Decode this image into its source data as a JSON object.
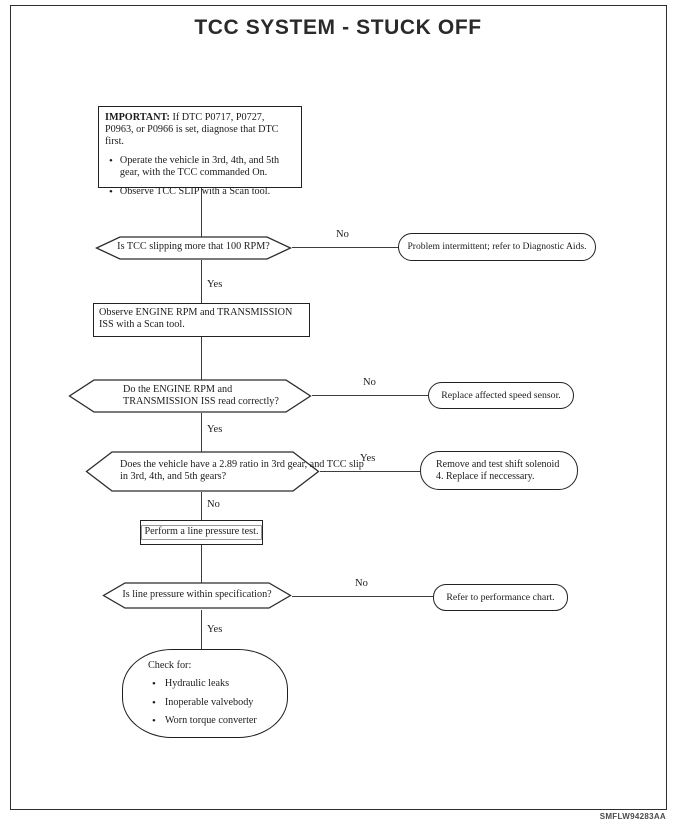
{
  "page": {
    "title": "TCC SYSTEM - STUCK OFF",
    "figure_code": "SMFLW94283AA"
  },
  "labels": {
    "yes": "Yes",
    "no": "No"
  },
  "important": {
    "label": "IMPORTANT:",
    "text": "If DTC P0717, P0727, P0963, or P0966 is set, diagnose that DTC first.",
    "bullets": [
      "Operate the vehicle in 3rd, 4th, and 5th gear, with the TCC commanded On.",
      "Observe TCC SLIP with a Scan tool."
    ]
  },
  "nodes": {
    "q1": "Is TCC slipping more that 100 RPM?",
    "r1": "Problem intermittent; refer to Diagnostic Aids.",
    "s1": "Observe ENGINE RPM and TRANSMISSION ISS with a Scan tool.",
    "q2": "Do the ENGINE RPM and TRANSMISSION ISS read correctly?",
    "r2": "Replace affected speed sensor.",
    "q3": "Does the vehicle have a 2.89 ratio in 3rd gear, and TCC slip in 3rd, 4th, and 5th gears?",
    "r3": "Remove and test shift solenoid 4. Replace if neccessary.",
    "s2": "Perform a line pressure test.",
    "q4": "Is line pressure within specification?",
    "r4": "Refer to performance chart.",
    "final_heading": "Check for:",
    "final_bullets": [
      "Hydraulic leaks",
      "Inoperable valvebody",
      "Worn torque converter"
    ]
  },
  "colors": {
    "line": "#3d3d3d",
    "selection_outline": "#8d8df0",
    "ink": "#1c1c1c"
  }
}
